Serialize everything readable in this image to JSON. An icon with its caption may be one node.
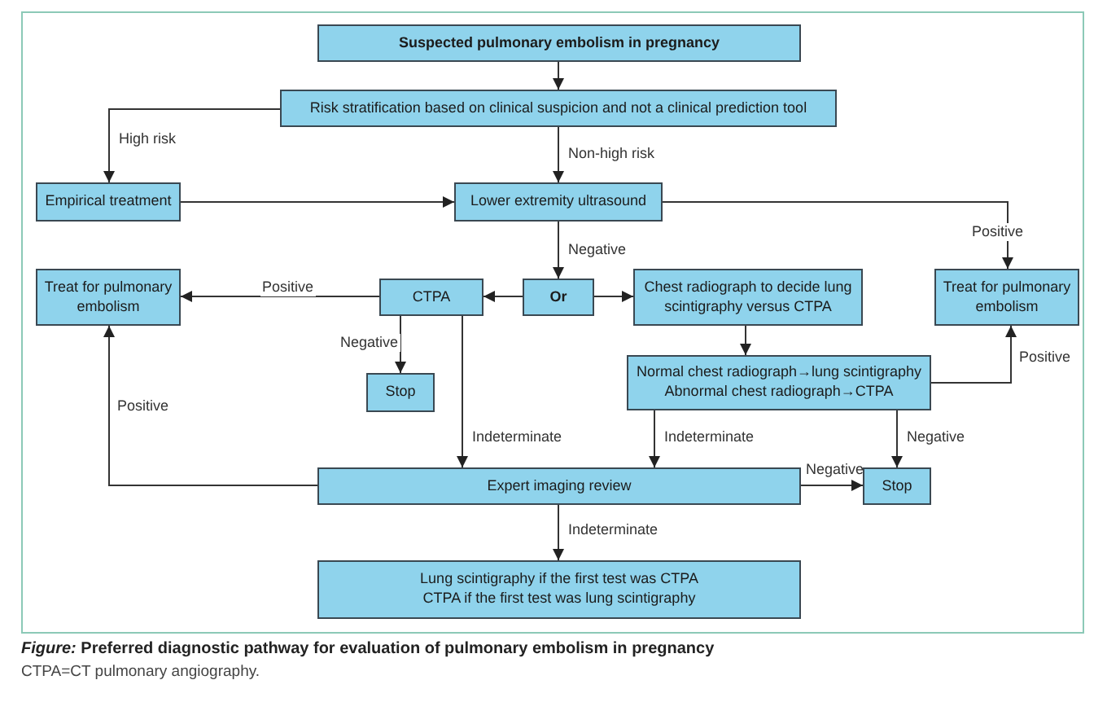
{
  "diagram": {
    "caption": "*Figure:* Preferred diagnostic pathway for evaluation of pulmonary embolism in pregnancy",
    "nodes": [
      {
        "text": [
          "Suspected pulmonary embolism in pregnancy"
        ]
      },
      {
        "text": [
          "Risk stratification based on clinical suspicion and not a clinical prediction tool"
        ]
      },
      {
        "text": [
          "Empirical treatment"
        ]
      },
      {
        "text": [
          "Lower extremity ultrasound"
        ]
      },
      {
        "text": [
          "Treat for pulmonary embolism"
        ]
      },
      {
        "text": [
          "CTPA"
        ]
      },
      {
        "text": [
          "Or"
        ]
      },
      {
        "text": [
          "Chest radiograph to decide lung scintigraphy versus CTPA"
        ]
      },
      {
        "text": [
          "Treat for pulmonary embolism"
        ]
      },
      {
        "text": [
          "Stop"
        ]
      },
      {
        "text": [
          "Normal chest radiograph→lung scintigraphy",
          "Abnormal chest radiograph→CTPA"
        ]
      },
      {
        "text": [
          "Expert imaging review"
        ]
      },
      {
        "text": [
          "Stop"
        ]
      },
      {
        "text": [
          "Lung scintigraphy if the first test was CTPA",
          "CTPA if the first test was lung scintigraphy"
        ]
      }
    ],
    "edges": [
      {
        "from": 0,
        "to": 1,
        "arrow": "to"
      },
      {
        "from": 1,
        "to": 2,
        "arrow": "to",
        "label": "High risk"
      },
      {
        "from": 1,
        "to": 3,
        "arrow": "to",
        "label": "Non-high risk"
      },
      {
        "from": 2,
        "to": 3,
        "arrow": "to"
      },
      {
        "from": 3,
        "to": 8,
        "arrow": "to",
        "label": "Positive"
      },
      {
        "from": 3,
        "to": 6,
        "arrow": "to",
        "label": "Negative"
      },
      {
        "from": 6,
        "to": 5,
        "arrow": "to"
      },
      {
        "from": 6,
        "to": 7,
        "arrow": "to"
      },
      {
        "from": 5,
        "to": 4,
        "arrow": "to",
        "label": "Positive"
      },
      {
        "from": 5,
        "to": 9,
        "arrow": "to",
        "label": "Negative"
      },
      {
        "from": 5,
        "to": 11,
        "arrow": "to",
        "label": "Indeterminate"
      },
      {
        "from": 7,
        "to": 10,
        "arrow": "to"
      },
      {
        "from": 10,
        "to": 8,
        "arrow": "to",
        "label": "Positive"
      },
      {
        "from": 10,
        "to": 11,
        "arrow": "to",
        "label": "Indeterminate"
      },
      {
        "from": 10,
        "to": 12,
        "arrow": "to",
        "label": "Negative"
      },
      {
        "from": 11,
        "to": 12,
        "arrow": "to",
        "label": "Negative"
      },
      {
        "from": 11,
        "to": 4,
        "arrow": "to",
        "label": "Positive"
      },
      {
        "from": 11,
        "to": 13,
        "arrow": "to",
        "label": "Indeterminate"
      }
    ],
    "labels": [
      "CTPA=CT pulmonary angiography."
    ]
  }
}
